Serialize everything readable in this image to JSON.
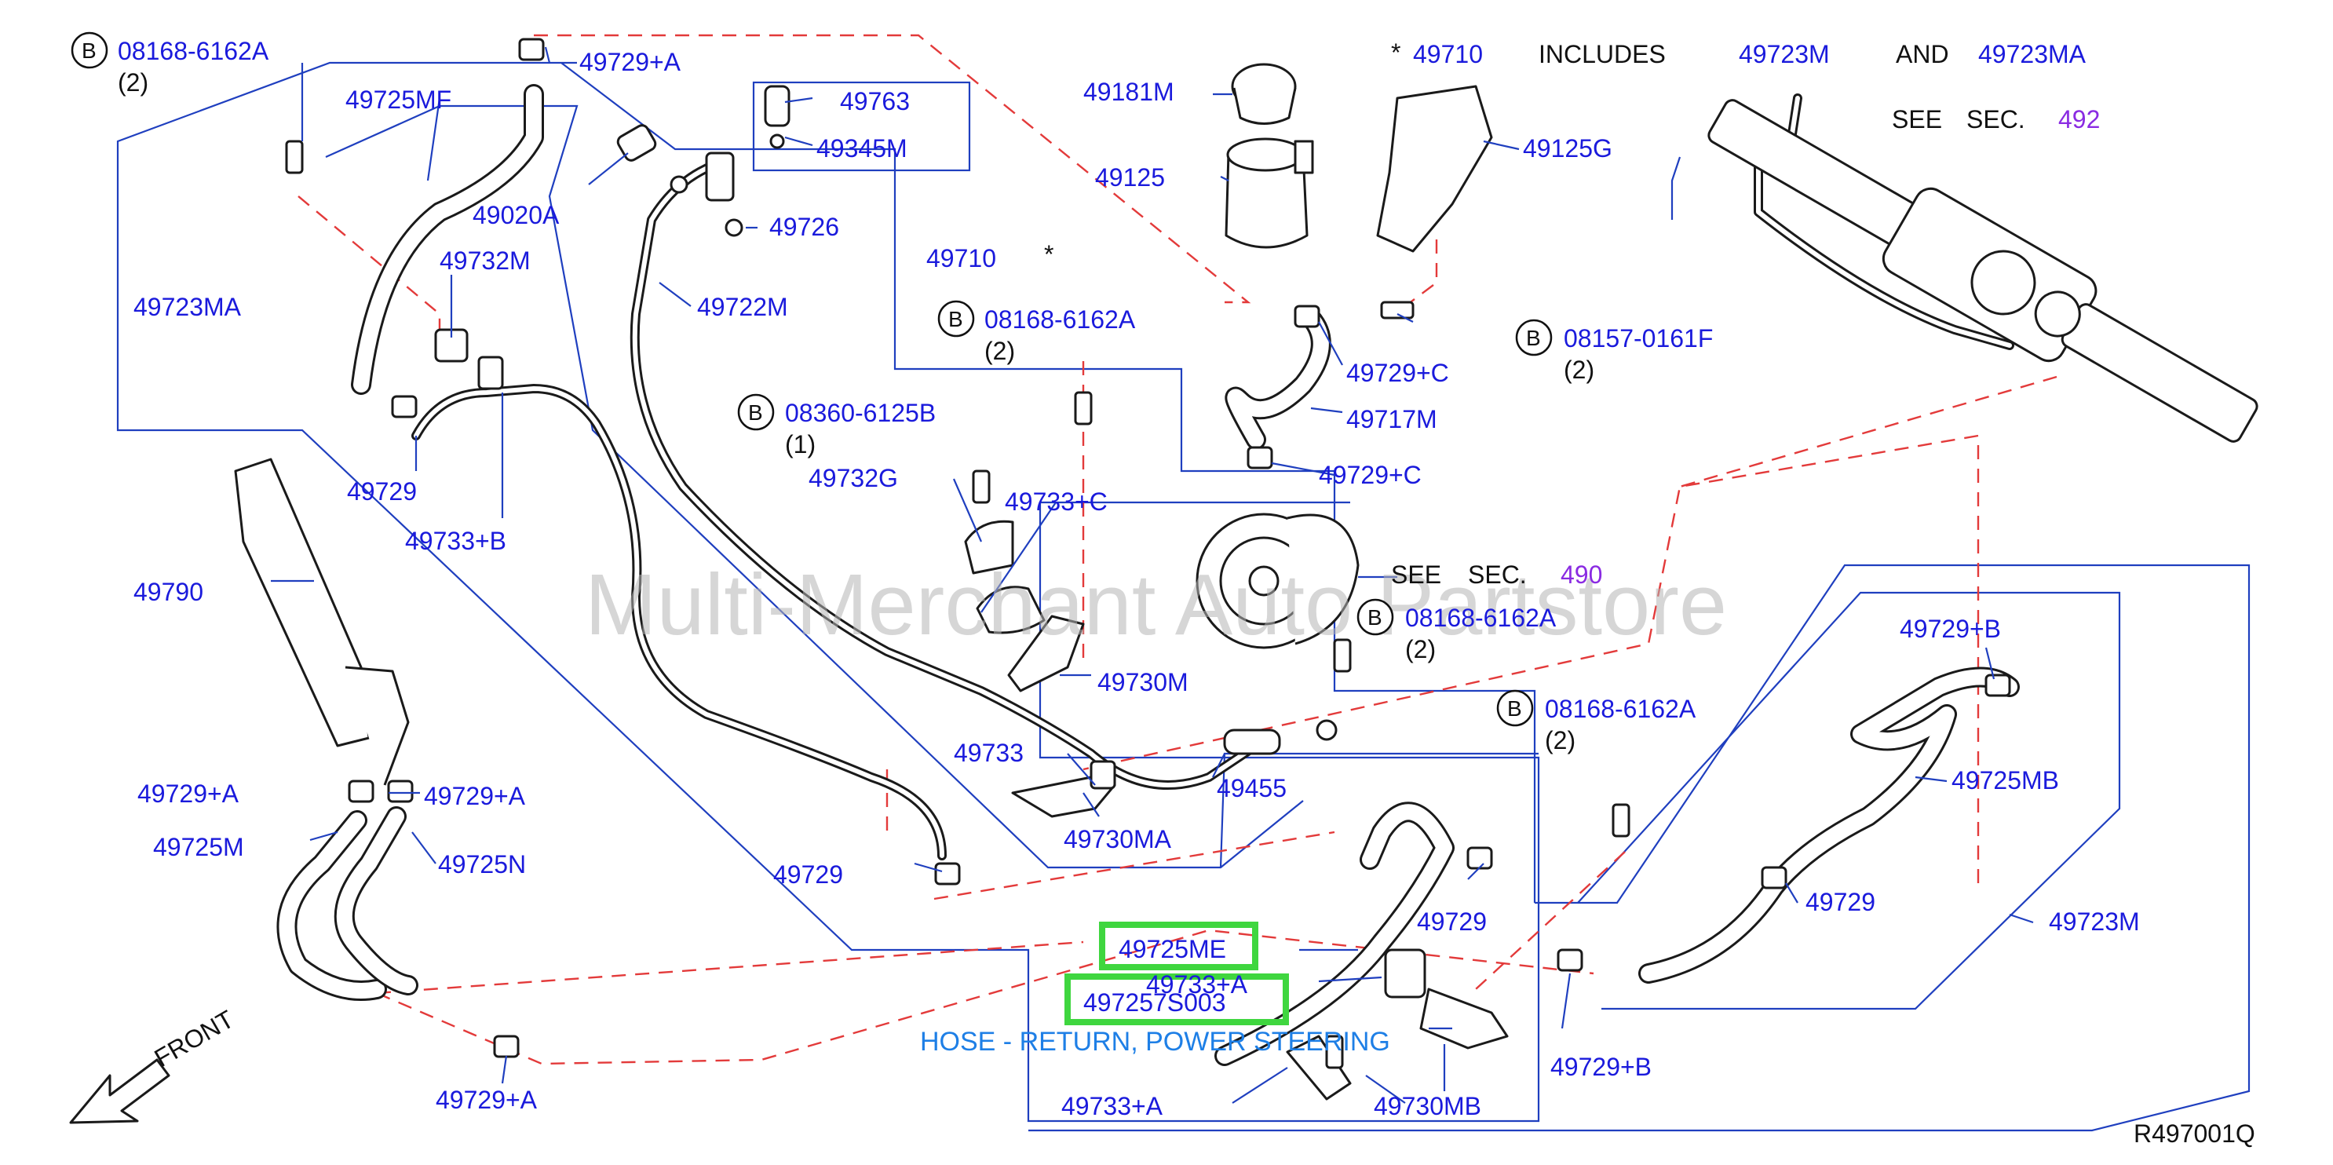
{
  "diagram_id": "R497001Q",
  "watermark": "Multi-Merchant Auto Partstore",
  "front_label": "FRONT",
  "bolt_marker": "B",
  "asterisk": "*",
  "highlight_caption": "HOSE - RETURN, POWER STEERING",
  "highlighted_parts": [
    "49725ME",
    "497257S003"
  ],
  "note": {
    "ref": "49710",
    "includes": "INCLUDES",
    "and": "AND",
    "part_a": "49723M",
    "part_b": "49723MA"
  },
  "see_sec_492": {
    "see": "SEE",
    "sec": "SEC.",
    "num": "492"
  },
  "see_sec_490": {
    "see": "SEE",
    "sec": "SEC.",
    "num": "490"
  },
  "bolts": [
    {
      "id": "b1",
      "part": "08168-6162A",
      "qty": "(2)"
    },
    {
      "id": "b2",
      "part": "08168-6162A",
      "qty": "(2)"
    },
    {
      "id": "b3",
      "part": "08360-6125B",
      "qty": "(1)"
    },
    {
      "id": "b4",
      "part": "08157-0161F",
      "qty": "(2)"
    },
    {
      "id": "b5",
      "part": "08168-6162A",
      "qty": "(2)"
    },
    {
      "id": "b6",
      "part": "08168-6162A",
      "qty": "(2)"
    }
  ],
  "labels": [
    {
      "id": "l1",
      "text": "49729+A"
    },
    {
      "id": "l2",
      "text": "49725MF"
    },
    {
      "id": "l3",
      "text": "49763"
    },
    {
      "id": "l4",
      "text": "49345M"
    },
    {
      "id": "l5",
      "text": "49020A"
    },
    {
      "id": "l6",
      "text": "49726"
    },
    {
      "id": "l7",
      "text": "49710"
    },
    {
      "id": "l8",
      "text": "49722M"
    },
    {
      "id": "l9",
      "text": "49723MA"
    },
    {
      "id": "l10",
      "text": "49732M"
    },
    {
      "id": "l11",
      "text": "49729"
    },
    {
      "id": "l12",
      "text": "49733+B"
    },
    {
      "id": "l13",
      "text": "49732G"
    },
    {
      "id": "l14",
      "text": "49733+C"
    },
    {
      "id": "l15",
      "text": "49790"
    },
    {
      "id": "l16",
      "text": "49730M"
    },
    {
      "id": "l17",
      "text": "49733"
    },
    {
      "id": "l18",
      "text": "49455"
    },
    {
      "id": "l19",
      "text": "49730MA"
    },
    {
      "id": "l20",
      "text": "49729+A"
    },
    {
      "id": "l21",
      "text": "49729+A"
    },
    {
      "id": "l22",
      "text": "49725M"
    },
    {
      "id": "l23",
      "text": "49725N"
    },
    {
      "id": "l24",
      "text": "49729"
    },
    {
      "id": "l25",
      "text": "49181M"
    },
    {
      "id": "l26",
      "text": "49125"
    },
    {
      "id": "l27",
      "text": "49125G"
    },
    {
      "id": "l28",
      "text": "49729+C"
    },
    {
      "id": "l29",
      "text": "49717M"
    },
    {
      "id": "l30",
      "text": "49729+C"
    },
    {
      "id": "l31",
      "text": "49729+B"
    },
    {
      "id": "l32",
      "text": "49725MB"
    },
    {
      "id": "l33",
      "text": "49729"
    },
    {
      "id": "l34",
      "text": "49723M"
    },
    {
      "id": "l35",
      "text": "49729"
    },
    {
      "id": "l36",
      "text": "49725ME"
    },
    {
      "id": "l37",
      "text": "49733+A"
    },
    {
      "id": "l38",
      "text": "497257S003"
    },
    {
      "id": "l39",
      "text": "49729+B"
    },
    {
      "id": "l40",
      "text": "49733+A"
    },
    {
      "id": "l41",
      "text": "49730MB"
    },
    {
      "id": "l42",
      "text": "49729+A"
    }
  ],
  "colors": {
    "label": "#1a1adc",
    "leader": "#1f3fbf",
    "dashed": "#e33a3a",
    "section_ref": "#8a2be2",
    "caption": "#1e7fe6",
    "highlight": "#3fd63f",
    "watermark": "#b4b4b4"
  }
}
